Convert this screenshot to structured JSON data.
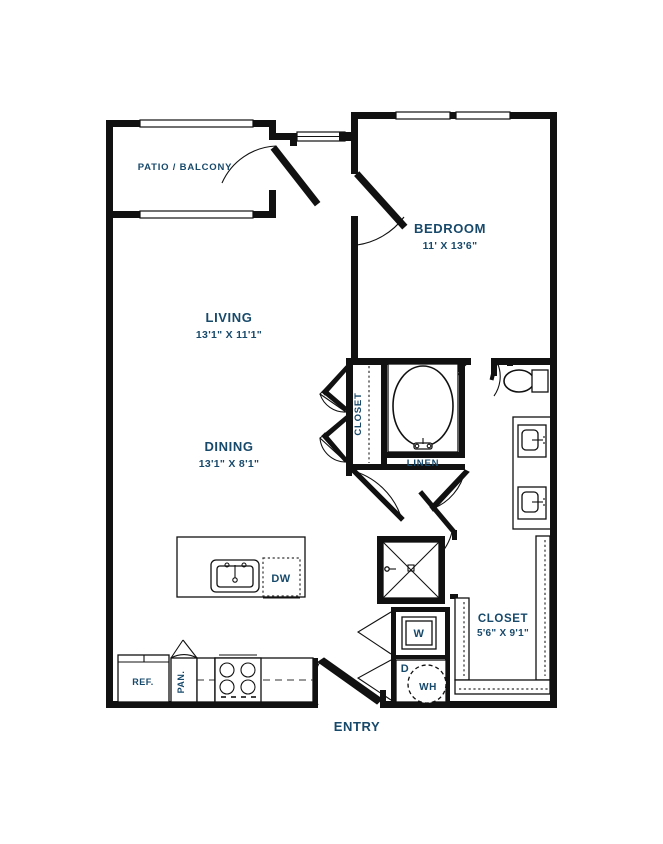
{
  "plan": {
    "title": "One Bedroom Apartment Floor Plan",
    "text_color": "#17496b",
    "wall_color": "#111111",
    "background": "#ffffff"
  },
  "rooms": [
    {
      "key": "patio",
      "label": "PATIO / BALCONY",
      "dim": ""
    },
    {
      "key": "living",
      "label": "LIVING",
      "dim": "13'1\" X 11'1\""
    },
    {
      "key": "dining",
      "label": "DINING",
      "dim": "13'1\" X 8'1\""
    },
    {
      "key": "bedroom",
      "label": "BEDROOM",
      "dim": "11' X 13'6\""
    },
    {
      "key": "closet_bed",
      "label": "CLOSET",
      "dim": ""
    },
    {
      "key": "linen",
      "label": "LINEN",
      "dim": ""
    },
    {
      "key": "closet_main",
      "label": "CLOSET",
      "dim": "5'6\" X 9'1\""
    },
    {
      "key": "entry",
      "label": "ENTRY",
      "dim": ""
    }
  ],
  "fixtures": [
    {
      "key": "refrigerator",
      "label": "REF."
    },
    {
      "key": "pantry",
      "label": "PAN."
    },
    {
      "key": "dishwasher",
      "label": "DW"
    },
    {
      "key": "washer",
      "label": "W"
    },
    {
      "key": "dryer",
      "label": "D"
    },
    {
      "key": "water_heater",
      "label": "WH"
    }
  ],
  "labels": {
    "patio": "PATIO / BALCONY",
    "living": "LIVING",
    "living_dim": "13'1\" X 11'1\"",
    "dining": "DINING",
    "dining_dim": "13'1\" X 8'1\"",
    "bedroom": "BEDROOM",
    "bedroom_dim": "11' X 13'6\"",
    "closet_bed": "CLOSET",
    "linen": "LINEN",
    "closet_main": "CLOSET",
    "closet_main_dim": "5'6\" X 9'1\"",
    "entry": "ENTRY",
    "ref": "REF.",
    "pan": "PAN.",
    "dw": "DW",
    "washer": "W",
    "dryer": "D",
    "water_heater": "WH"
  }
}
